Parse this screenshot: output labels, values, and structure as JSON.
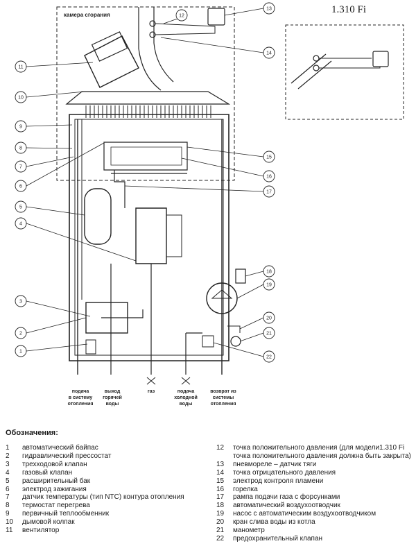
{
  "model_label": "1.310 Fi",
  "combustion_chamber_label": "камера сгорания",
  "callouts": [
    "1",
    "2",
    "3",
    "4",
    "5",
    "6",
    "7",
    "8",
    "9",
    "10",
    "11",
    "12",
    "13",
    "14",
    "15",
    "16",
    "17",
    "18",
    "19",
    "20",
    "21",
    "22"
  ],
  "bottom_labels": {
    "heating_supply": [
      "подача",
      "в систему",
      "отопления"
    ],
    "hot_water_out": [
      "выход",
      "горячей",
      "воды"
    ],
    "gas": [
      "газ"
    ],
    "cold_water_in": [
      "подача",
      "холодной",
      "воды"
    ],
    "heating_return": [
      "возврат из",
      "системы",
      "отопления"
    ]
  },
  "legend": {
    "title": "Обозначения:",
    "left": [
      {
        "num": "1",
        "text": "автоматический байпас"
      },
      {
        "num": "2",
        "text": "гидравлический прессостат"
      },
      {
        "num": "3",
        "text": "трехходовой клапан"
      },
      {
        "num": "4",
        "text": "газовый клапан"
      },
      {
        "num": "5",
        "text": "расширительный бак"
      },
      {
        "num": "6",
        "text": "электрод зажигания"
      },
      {
        "num": "7",
        "text": "датчик температуры (тип NTC) контура отопления"
      },
      {
        "num": "8",
        "text": "термостат перегрева"
      },
      {
        "num": "9",
        "text": "первичный теплообменник"
      },
      {
        "num": "10",
        "text": "дымовой колпак"
      },
      {
        "num": "11",
        "text": "вентилятор"
      }
    ],
    "right": [
      {
        "num": "12",
        "text": "точка положительного давления (для модели1.310 Fi"
      },
      {
        "num": "",
        "text": "точка положительного давления должна быть закрыта)"
      },
      {
        "num": "13",
        "text": "пневмореле – датчик тяги"
      },
      {
        "num": "14",
        "text": "точка отрицательного давления"
      },
      {
        "num": "15",
        "text": "электрод контроля пламени"
      },
      {
        "num": "16",
        "text": "горелка"
      },
      {
        "num": "17",
        "text": "рампа подачи газа с форсунками"
      },
      {
        "num": "18",
        "text": "автоматический воздухоотводчик"
      },
      {
        "num": "19",
        "text": "насос с автоматическим воздухоотводчиком"
      },
      {
        "num": "20",
        "text": "кран слива воды из котла"
      },
      {
        "num": "21",
        "text": "манометр"
      },
      {
        "num": "22",
        "text": "предохранительный клапан"
      }
    ]
  }
}
